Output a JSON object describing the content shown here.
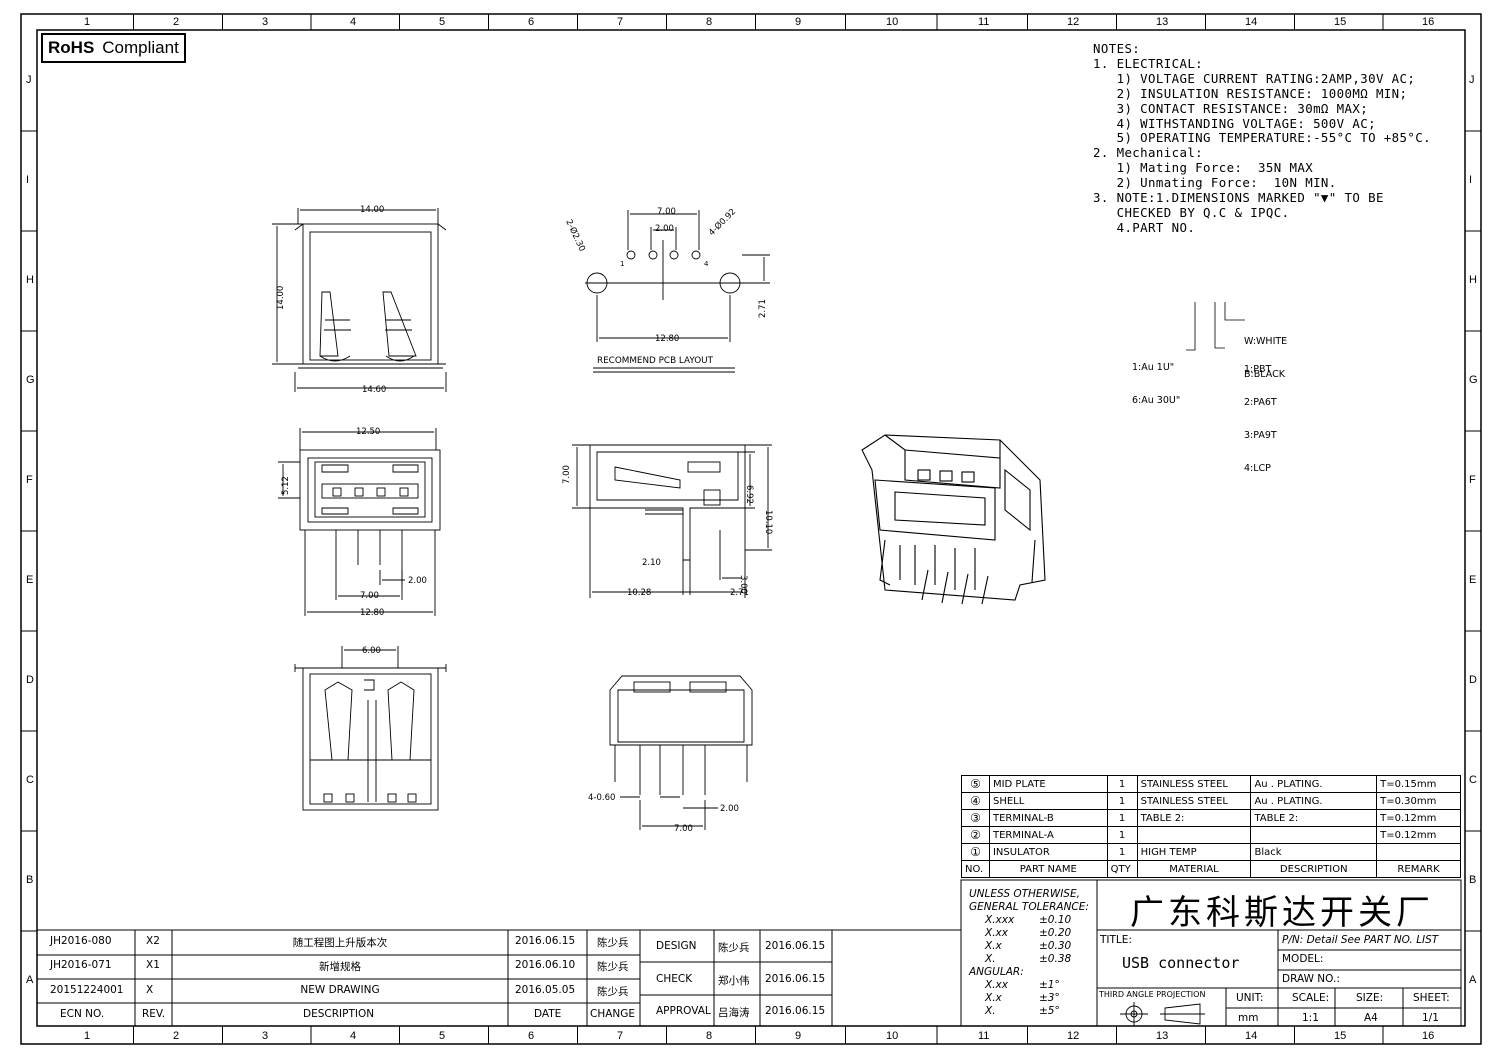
{
  "border": {
    "columns": [
      "1",
      "2",
      "3",
      "4",
      "5",
      "6",
      "7",
      "8",
      "9",
      "10",
      "11",
      "12",
      "13",
      "14",
      "15",
      "16"
    ],
    "rows": [
      "J",
      "I",
      "H",
      "G",
      "F",
      "E",
      "D",
      "C",
      "B",
      "A"
    ]
  },
  "rohs": {
    "bold": "RoHS",
    "text": "Compliant"
  },
  "notes": {
    "lines": [
      "NOTES:",
      "1. ELECTRICAL:",
      "   1) VOLTAGE CURRENT RATING:2AMP,30V AC;",
      "   2) INSULATION RESISTANCE: 1000MΩ MIN;",
      "   3) CONTACT RESISTANCE: 30mΩ MAX;",
      "   4) WITHSTANDING VOLTAGE: 500V AC;",
      "   5) OPERATING TEMPERATURE:-55°C TO +85°C.",
      "2. Mechanical:",
      "   1) Mating Force:  35N MAX",
      "   2) Unmating Force:  10N MIN.",
      "3. NOTE:1.DIMENSIONS MARKED \"▼\" TO BE",
      "   CHECKED BY Q.C & IPQC.",
      "",
      "   4.PART NO."
    ]
  },
  "part_code": {
    "plating": [
      "1:Au 1U\"",
      "6:Au 30U\""
    ],
    "color": [
      "W:WHITE",
      "B:BLACK"
    ],
    "material": [
      "1:PBT",
      "2:PA6T",
      "3:PA9T",
      "4:LCP"
    ]
  },
  "dims": {
    "top_width": "14.00",
    "top_height": "14.00",
    "top_bottom": "14.60",
    "pcb_7": "7.00",
    "pcb_2": "2.00",
    "pcb_hole": "4-Ø0.92",
    "pcb_big": "2-Ø2.30",
    "pcb_1280": "12.80",
    "pcb_271": "2.71",
    "pcb_label": "RECOMMEND PCB LAYOUT",
    "pin1": "1",
    "pin4": "4",
    "front_1250": "12.50",
    "front_512": "5.12",
    "front_200": "2.00",
    "front_700": "7.00",
    "front_1280": "12.80",
    "side_700": "7.00",
    "side_692": "6.92",
    "side_1010": "10.10",
    "side_210": "2.10",
    "side_300": "3.00",
    "side_1028": "10.28",
    "side_271": "2.71",
    "bot_600": "6.00",
    "rear_060": "4-0.60",
    "rear_200": "2.00",
    "rear_700": "7.00"
  },
  "bom": {
    "rows": [
      {
        "no": "⑤",
        "name": "MID PLATE",
        "qty": "1",
        "material": "STAINLESS STEEL",
        "desc": "Au . PLATING.",
        "remark": "T=0.15mm"
      },
      {
        "no": "④",
        "name": "SHELL",
        "qty": "1",
        "material": "STAINLESS STEEL",
        "desc": "Au . PLATING.",
        "remark": "T=0.30mm"
      },
      {
        "no": "③",
        "name": "TERMINAL-B",
        "qty": "1",
        "material": "TABLE 2:",
        "desc": "TABLE 2:",
        "remark": "T=0.12mm"
      },
      {
        "no": "②",
        "name": "TERMINAL-A",
        "qty": "1",
        "material": "",
        "desc": "",
        "remark": "T=0.12mm"
      },
      {
        "no": "①",
        "name": "INSULATOR",
        "qty": "1",
        "material": "HIGH TEMP",
        "desc": "Black",
        "remark": ""
      }
    ],
    "header": {
      "no": "NO.",
      "name": "PART NAME",
      "qty": "QTY",
      "material": "MATERIAL",
      "desc": "DESCRIPTION",
      "remark": "REMARK"
    }
  },
  "tolerance": {
    "title1": "UNLESS OTHERWISE,",
    "title2": "GENERAL TOLERANCE:",
    "rows": [
      [
        "X.xxx",
        "±0.10"
      ],
      [
        "X.xx",
        "±0.20"
      ],
      [
        "X.x",
        "±0.30"
      ],
      [
        "X.",
        "±0.38"
      ]
    ],
    "angular": "ANGULAR:",
    "arows": [
      [
        "X.xx",
        "±1°"
      ],
      [
        "X.x",
        "±3°"
      ],
      [
        "X.",
        "±5°"
      ]
    ]
  },
  "company": "广东科斯达开关厂",
  "title_label": "TITLE:",
  "title_value": "USB connector",
  "pn": "P/N: Detail  See  PART  NO.  LIST",
  "model": "MODEL:",
  "drawno": "DRAW  NO.:",
  "projection": "THIRD ANGLE PROJECTION",
  "unit": {
    "label": "UNIT:",
    "value": "mm"
  },
  "scale": {
    "label": "SCALE:",
    "value": "1:1"
  },
  "size": {
    "label": "SIZE:",
    "value": "A4"
  },
  "sheet": {
    "label": "SHEET:",
    "value": "1/1"
  },
  "revisions": [
    {
      "ecn": "JH2016-080",
      "rev": "X2",
      "desc": "随工程图上升版本次",
      "date": "2016.06.15",
      "change": "陈少兵"
    },
    {
      "ecn": "JH2016-071",
      "rev": "X1",
      "desc": "新增规格",
      "date": "2016.06.10",
      "change": "陈少兵"
    },
    {
      "ecn": "20151224001",
      "rev": "X",
      "desc": "NEW DRAWING",
      "date": "2016.05.05",
      "change": "陈少兵"
    }
  ],
  "rev_header": {
    "ecn": "ECN  NO.",
    "rev": "REV.",
    "desc": "DESCRIPTION",
    "date": "DATE",
    "change": "CHANGE"
  },
  "approvals": [
    {
      "role": "DESIGN",
      "name": "陈少兵",
      "date": "2016.06.15"
    },
    {
      "role": "CHECK",
      "name": "郑小伟",
      "date": "2016.06.15"
    },
    {
      "role": "APPROVAL",
      "name": "吕海涛",
      "date": "2016.06.15"
    }
  ]
}
